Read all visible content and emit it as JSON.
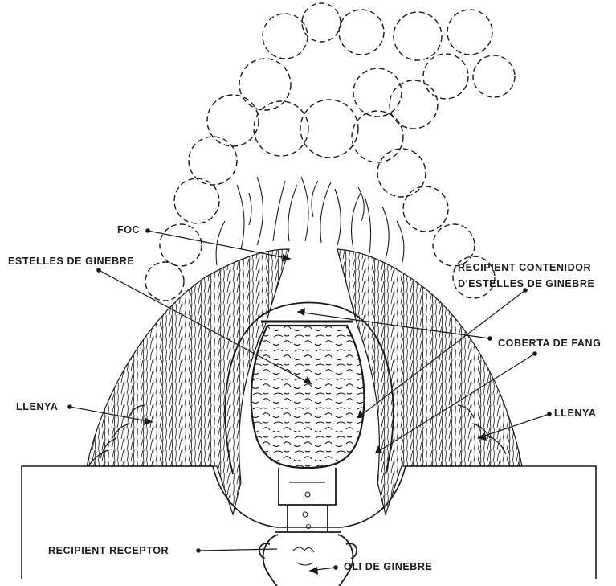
{
  "labels": {
    "foc": "FOC",
    "estelles_de_ginebre": "ESTELLES DE GINEBRE",
    "recipient_contenidor_line1": "RECIPIENT CONTENIDOR",
    "recipient_contenidor_line2": "D'ESTELLES DE GINEBRE",
    "coberta_de_fang": "COBERTA DE FANG",
    "llenya_left": "LLENYA",
    "llenya_right": "LLENYA",
    "recipient_receptor": "RECIPIENT RECEPTOR",
    "oli_de_ginebre": "OLI DE GINEBRE"
  },
  "colors": {
    "ink": "#1a1a1a",
    "paper": "#ffffff"
  }
}
